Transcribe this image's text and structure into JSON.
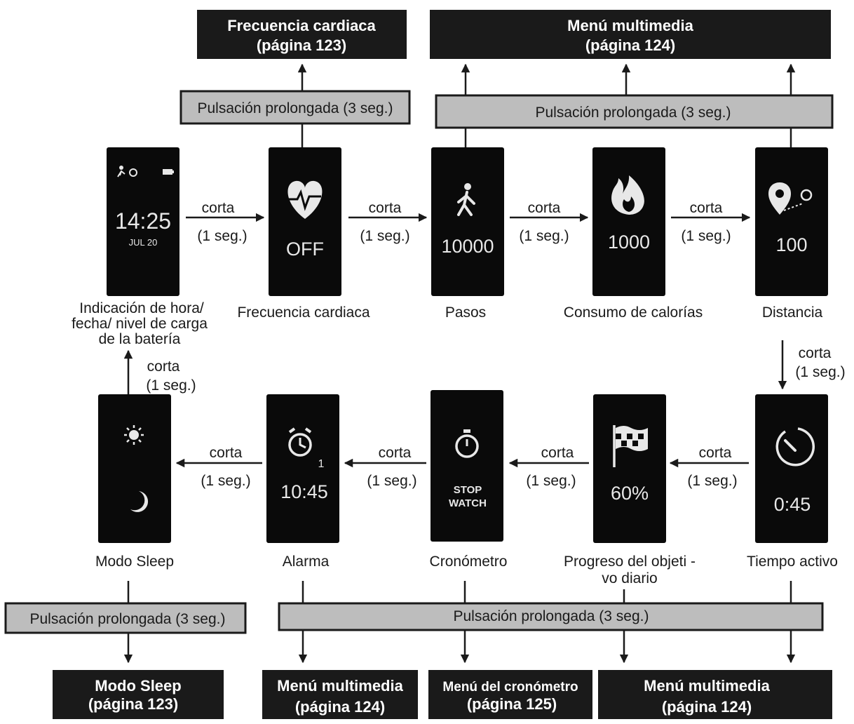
{
  "colors": {
    "box": "#1a1a1a",
    "press_bar": "#bdbdbd",
    "screen": "#0a0a0a",
    "screen_text": "#e8e8e8"
  },
  "top_headers": {
    "heart_rate": {
      "title": "Frecuencia cardiaca",
      "page": "(página 123)"
    },
    "multimedia": {
      "title": "Menú multimedia",
      "page": "(página 124)"
    }
  },
  "bottom_headers": {
    "sleep": {
      "title": "Modo Sleep",
      "page": "(página 123)"
    },
    "multimedia_a": {
      "title": "Menú multimedia",
      "page": "(página 124)"
    },
    "stopwatch_menu": {
      "title": "Menú del cronómetro",
      "page": "(página 125)"
    },
    "multimedia_b": {
      "title": "Menú multimedia",
      "page": "(página 124)"
    }
  },
  "long_press": "Pulsación prolongada (3 seg.)",
  "short_press": {
    "word": "corta",
    "time": "(1 seg.)"
  },
  "screens": {
    "time": {
      "clock": "14:25",
      "date": "JUL 20",
      "label_lines": [
        "Indicación de hora/",
        "fecha/ nivel de carga",
        "de la batería"
      ]
    },
    "heart": {
      "value": "OFF",
      "label": "Frecuencia cardiaca",
      "icon": "heart-pulse-icon"
    },
    "steps": {
      "value": "10000",
      "label": "Pasos",
      "icon": "walking-person-icon"
    },
    "calories": {
      "value": "1000",
      "label": "Consumo de calorías",
      "icon": "flame-icon"
    },
    "distance": {
      "value": "100",
      "label": "Distancia",
      "icon": "location-pin-icon"
    },
    "active": {
      "value": "0:45",
      "label": "Tiempo activo",
      "icon": "timer-icon"
    },
    "goal": {
      "value": "60%",
      "label_lines": [
        "Progreso del objeti -",
        "vo diario"
      ],
      "icon": "checkered-flag-icon"
    },
    "stopwatch": {
      "line1": "STOP",
      "line2": "WATCH",
      "label": "Cronómetro",
      "icon": "stopwatch-icon"
    },
    "alarm": {
      "value": "10:45",
      "badge": "1",
      "label": "Alarma",
      "icon": "alarm-clock-icon"
    },
    "sleep": {
      "label": "Modo Sleep",
      "icons": [
        "sun-icon",
        "moon-icon"
      ]
    }
  }
}
